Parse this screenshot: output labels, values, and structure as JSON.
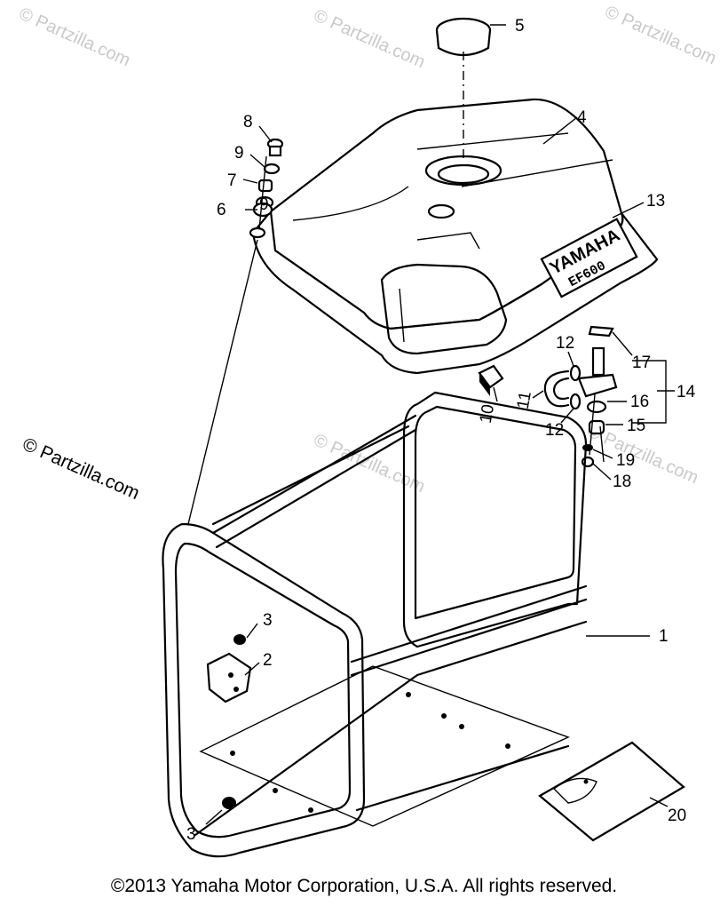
{
  "watermark": {
    "text": "© Partzilla.com",
    "color": "#c9c9c9"
  },
  "left_watermark": "© Partzilla.com",
  "brand_label": "YAMAHA",
  "model_label": "EF600",
  "callouts": {
    "c1": "1",
    "c2": "2",
    "c3a": "3",
    "c3b": "3",
    "c4": "4",
    "c5": "5",
    "c6": "6",
    "c7": "7",
    "c8": "8",
    "c9a": "9",
    "c9b": "9",
    "c10": "10",
    "c11": "11",
    "c12a": "12",
    "c12b": "12",
    "c13": "13",
    "c14": "14",
    "c15": "15",
    "c16": "16",
    "c17": "17",
    "c18": "18",
    "c19": "19",
    "c20": "20"
  },
  "copyright": "©2013 Yamaha Motor Corporation, U.S.A. All rights reserved."
}
